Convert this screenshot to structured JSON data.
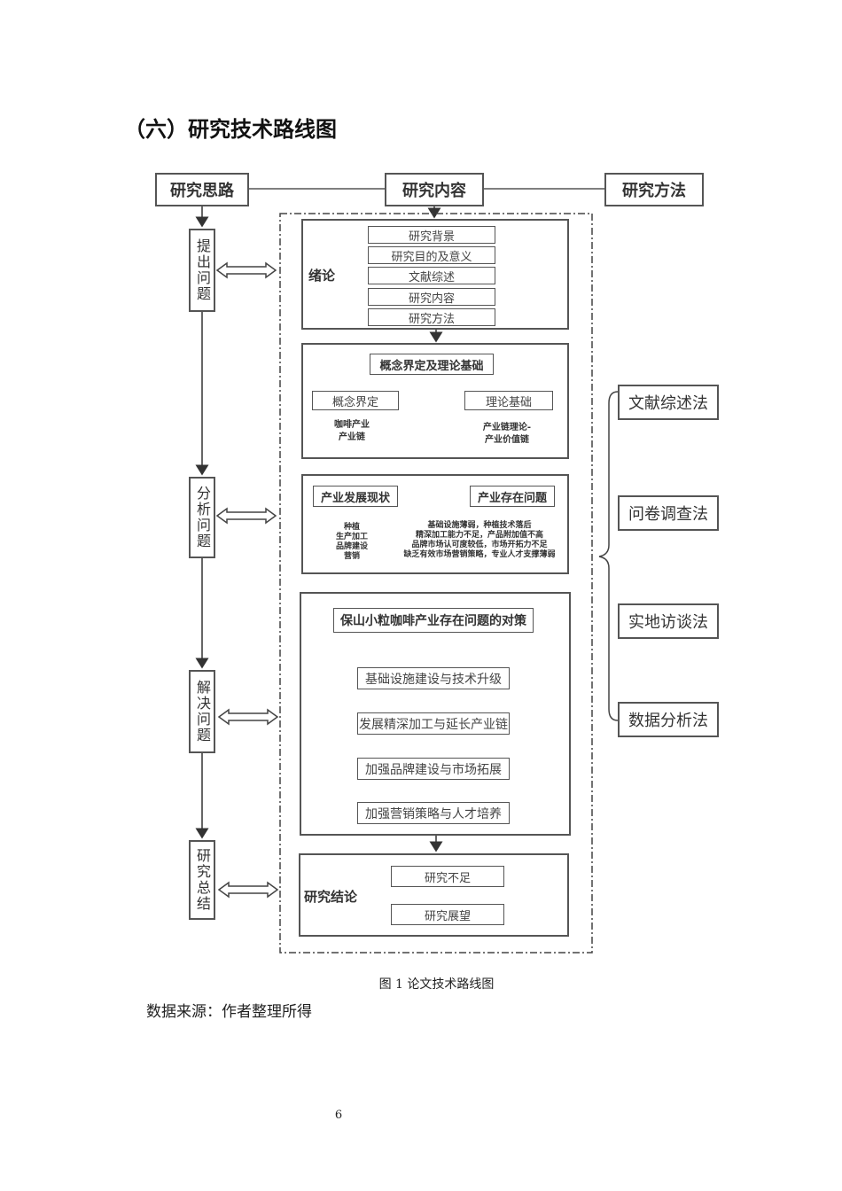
{
  "heading": "（六）研究技术路线图",
  "columns": {
    "left": "研究思路",
    "center": "研究内容",
    "right": "研究方法"
  },
  "stages": [
    "提出问题",
    "分析问题",
    "解决问题",
    "研究总结"
  ],
  "intro": {
    "label": "绪论",
    "items": [
      "研究背景",
      "研究目的及意义",
      "文献综述",
      "研究内容",
      "研究方法"
    ]
  },
  "concept": {
    "title": "概念界定及理论基础",
    "left": "概念界定",
    "right": "理论基础",
    "left_note": [
      "咖啡产业",
      "产业链"
    ],
    "right_note": [
      "产业链理论-",
      "产业价值链"
    ]
  },
  "analysis": {
    "left": "产业发展现状",
    "right": "产业存在问题",
    "diamond": [
      "种植",
      "生产加工",
      "品牌建设",
      "营销"
    ],
    "problems": [
      "基础设施薄弱，种植技术落后",
      "精深加工能力不足，产品附加值不高",
      "品牌市场认可度较低，市场开拓力不足",
      "缺乏有效市场营销策略，专业人才支撑薄弱"
    ]
  },
  "solutions": {
    "title": "保山小粒咖啡产业存在问题的对策",
    "steps": [
      "基础设施建设与技术升级",
      "发展精深加工与延长产业链",
      "加强品牌建设与市场拓展",
      "加强营销策略与人才培养"
    ]
  },
  "conclusion": {
    "label": "研究结论",
    "items": [
      "研究不足",
      "研究展望"
    ]
  },
  "methods": [
    "文献综述法",
    "问卷调查法",
    "实地访谈法",
    "数据分析法"
  ],
  "caption": "图 1 论文技术路线图",
  "source": "数据来源：作者整理所得",
  "page_number": "6"
}
